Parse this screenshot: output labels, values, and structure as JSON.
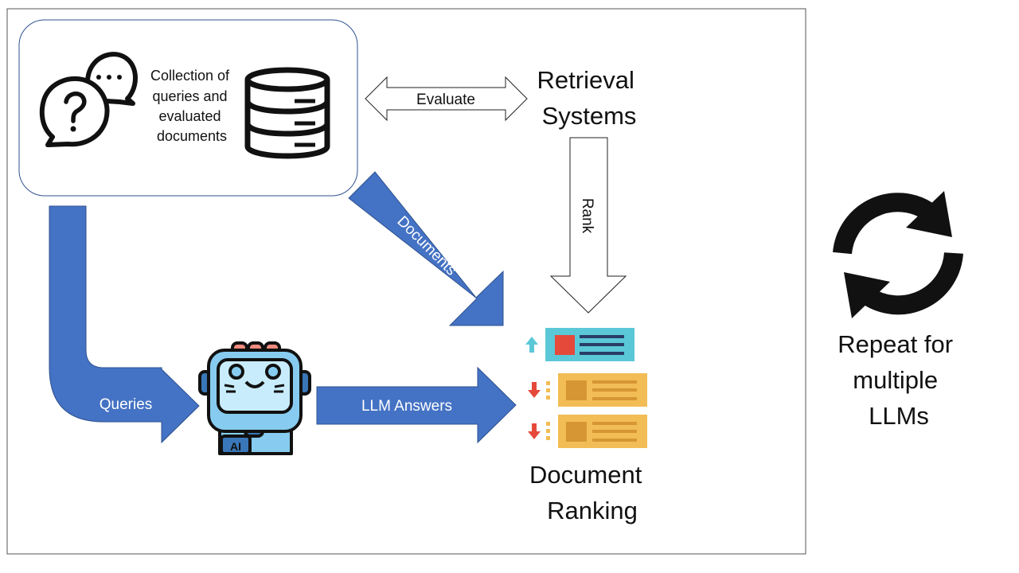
{
  "collection": {
    "lines": [
      "Collection of",
      "queries and",
      "evaluated",
      "documents"
    ]
  },
  "evaluate_label": "Evaluate",
  "retrieval": {
    "lines": [
      "Retrieval",
      "Systems"
    ]
  },
  "rank_label": "Rank",
  "documents_label": "Documents",
  "queries_label": "Queries",
  "llm_answers_label": "LLM Answers",
  "document_ranking": {
    "lines": [
      "Document",
      "Ranking"
    ]
  },
  "repeat": {
    "lines": [
      "Repeat for",
      "multiple",
      "LLMs"
    ]
  },
  "robot_badge": "AI",
  "colors": {
    "arrow_blue": "#4472c4",
    "arrow_border": "#2f528f",
    "card_teal": "#5bc8d8",
    "card_gold": "#f2bd55",
    "doc_red": "#e5493a",
    "doc_gold_dark": "#d69633",
    "doc_line_navy": "#2a3d66",
    "arrow_up_teal": "#5bc8d8",
    "arrow_down_red": "#e5493a",
    "robot_blue": "#87ccf0",
    "robot_dark": "#3a77b8",
    "robot_pink": "#f08c7f"
  },
  "icons": [
    "chat-question-icon",
    "database-icon",
    "robot-ai-icon",
    "ranked-documents-icon",
    "refresh-cycle-icon"
  ]
}
